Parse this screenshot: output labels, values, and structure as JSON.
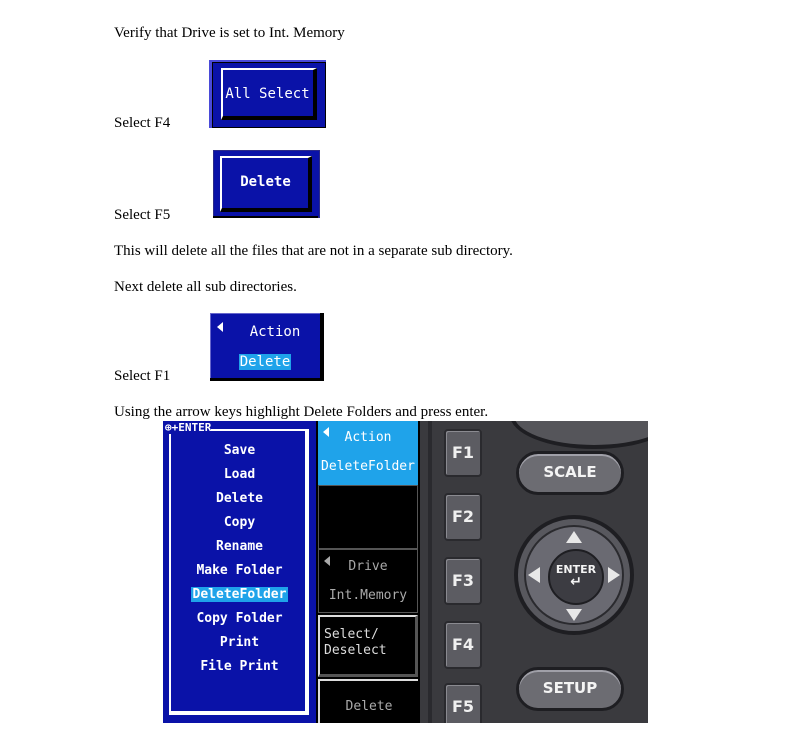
{
  "text": {
    "line1": "Verify that Drive is set to Int. Memory",
    "select_f4": "Select F4",
    "select_f5": "Select F5",
    "line_delete_files": "This will delete all the files that are not in a separate sub directory.",
    "line_sub_dirs": "Next delete all sub directories.",
    "select_f1": "Select F1",
    "line_arrow": "Using the arrow keys highlight Delete Folders and press enter."
  },
  "keys": {
    "f4_label": "All Select",
    "f5_label": "Delete",
    "f1_title": "Action",
    "f1_value": "Delete"
  },
  "menu": {
    "header": "⊕+ENTER",
    "items": [
      "Save",
      "Load",
      "Delete",
      "Copy",
      "Rename",
      "Make Folder",
      "DeleteFolder",
      "Copy Folder",
      "Print",
      "File Print"
    ],
    "selected_index": 6
  },
  "softkeys": {
    "action_title": "Action",
    "action_value": "DeleteFolder",
    "drive_title": "Drive",
    "drive_value": "Int.Memory",
    "select_line1": "Select/",
    "select_line2": "Deselect",
    "delete": "Delete"
  },
  "panel": {
    "fkeys": [
      "F1",
      "F2",
      "F3",
      "F4",
      "F5"
    ],
    "scale": "SCALE",
    "enter": "ENTER",
    "setup": "SETUP"
  },
  "colors": {
    "screen_blue": "#0a12a8",
    "highlight": "#1fa3ea"
  }
}
